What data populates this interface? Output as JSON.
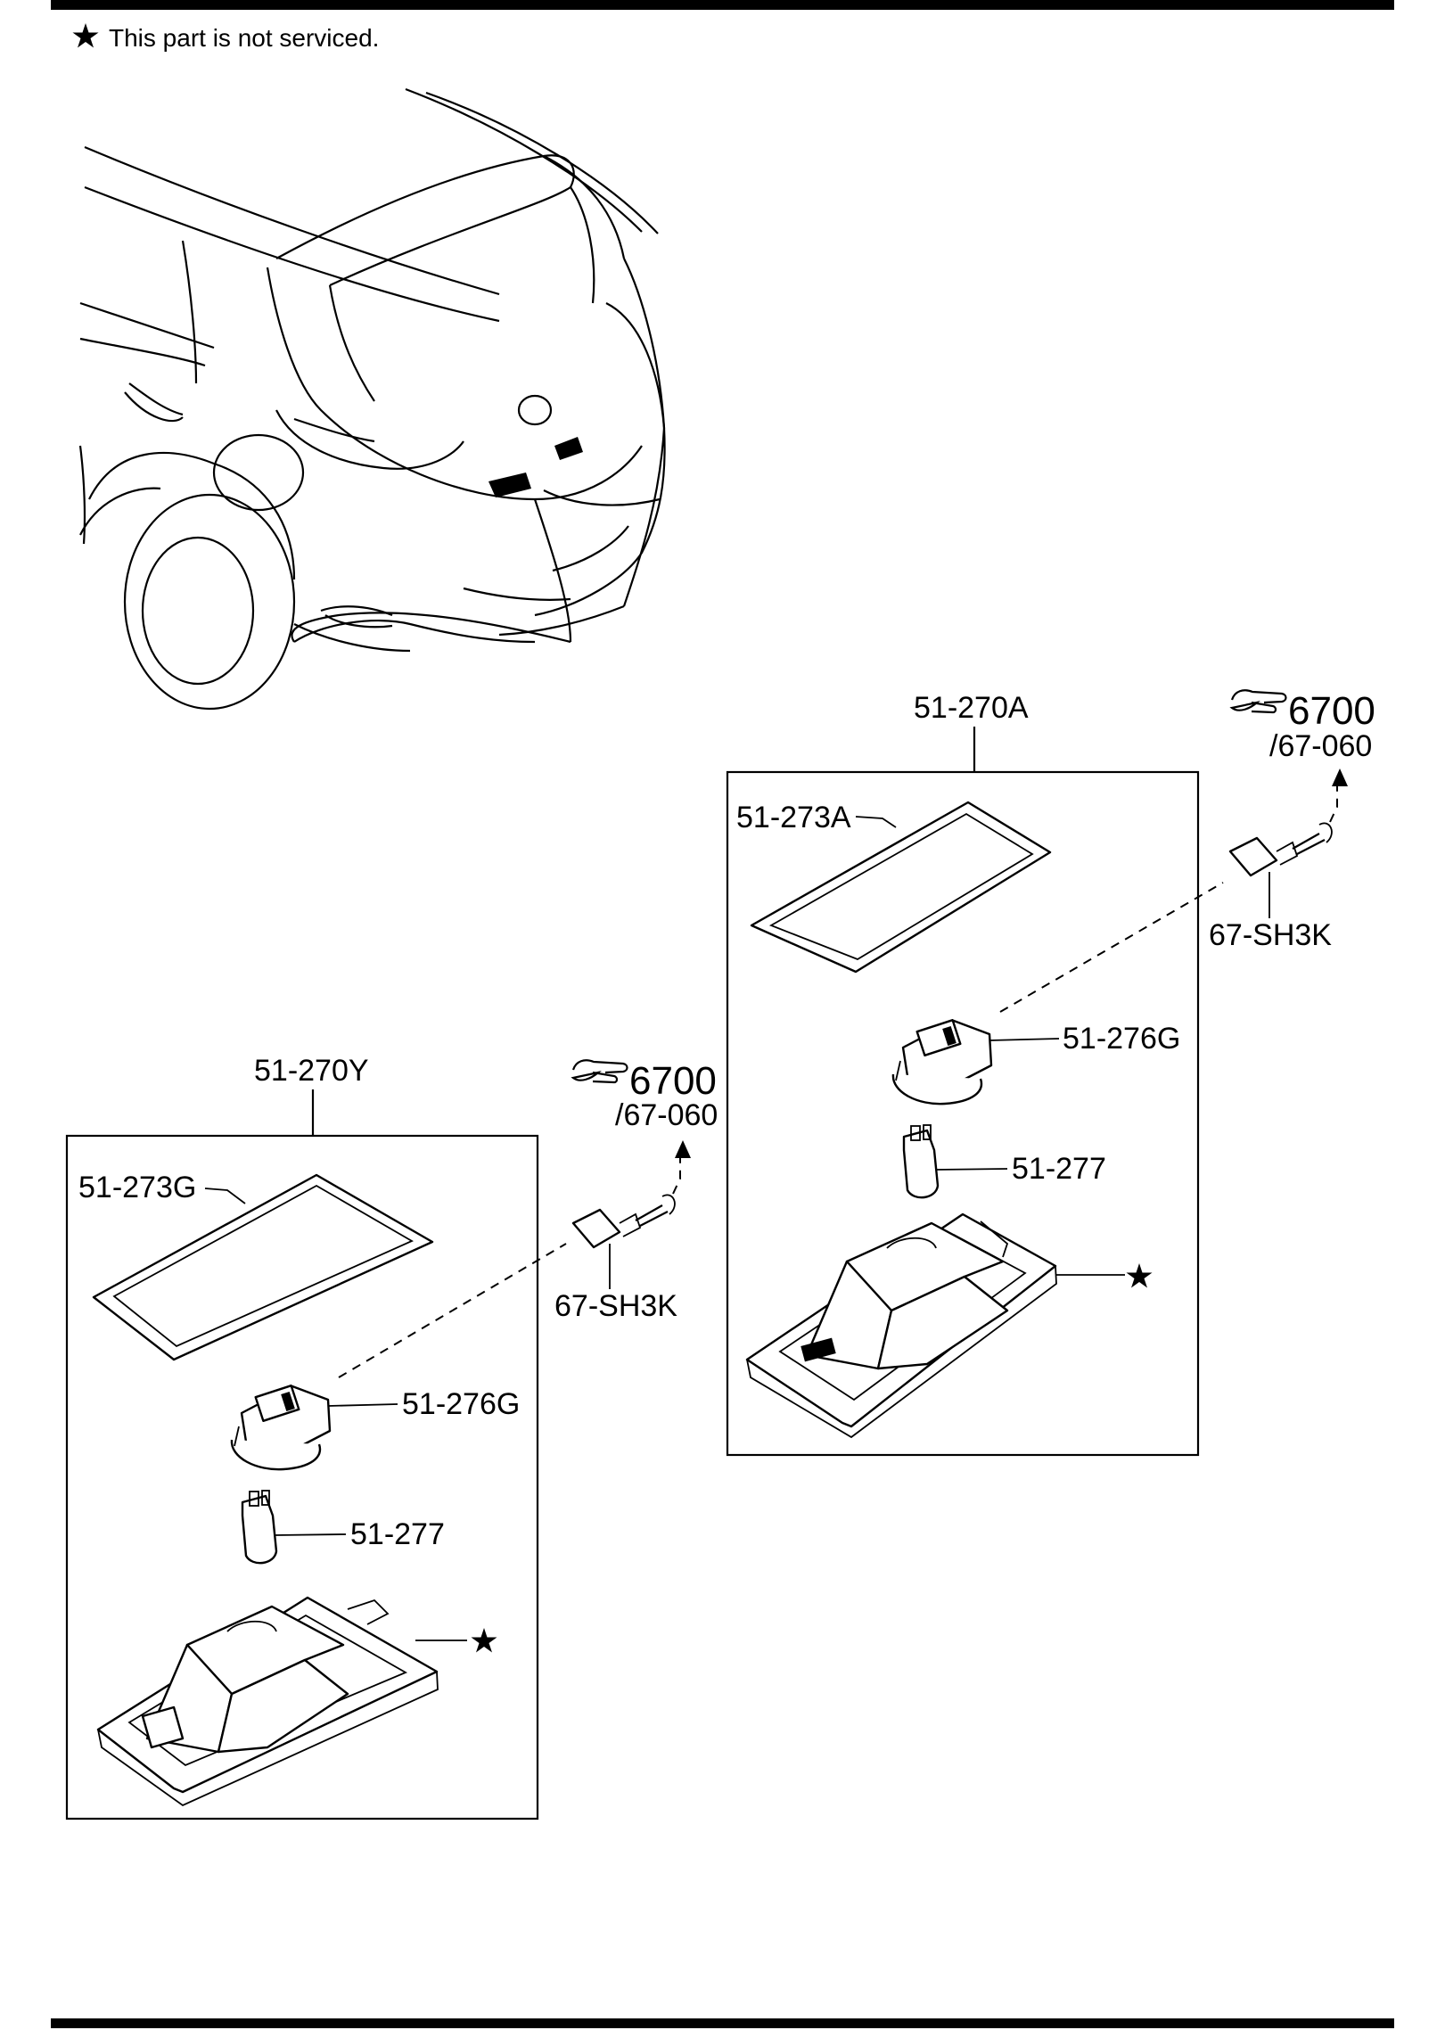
{
  "header": {
    "star_symbol": "★",
    "note": "This part is not serviced."
  },
  "assemblies": [
    {
      "id": "right",
      "assembly_label": "51-270A",
      "lens_label": "51-273A",
      "socket_label": "51-276G",
      "bulb_label": "51-277",
      "housing_mark": "★",
      "connector_label": "67-SH3K",
      "ref_main": "6700",
      "ref_sub": "/67-060"
    },
    {
      "id": "left",
      "assembly_label": "51-270Y",
      "lens_label": "51-273G",
      "socket_label": "51-276G",
      "bulb_label": "51-277",
      "housing_mark": "★",
      "connector_label": "67-SH3K",
      "ref_main": "6700",
      "ref_sub": "/67-060"
    }
  ],
  "icons": {
    "pointing_hand": "pointing-hand-icon",
    "star": "star-icon"
  },
  "colors": {
    "line": "#000000",
    "background": "#ffffff"
  }
}
